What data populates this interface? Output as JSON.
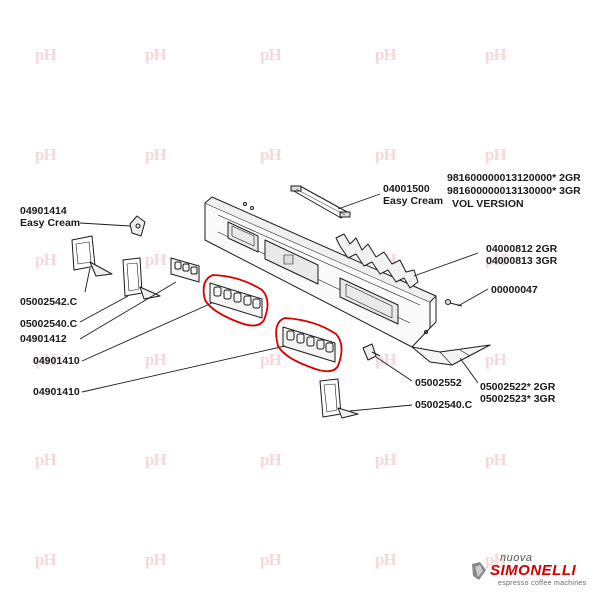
{
  "watermark": {
    "text": "pH"
  },
  "labels": {
    "p04901414_code": "04901414",
    "p04901414_name": "Easy Cream",
    "p04001500_code": "04001500",
    "p04001500_name": "Easy Cream",
    "vol_code_2gr": "981600000013120000* 2GR",
    "vol_code_3gr": "981600000013130000* 3GR",
    "vol_version": "VOL VERSION",
    "p04000812": "04000812 2GR",
    "p04000813": "04000813 3GR",
    "p00000047": "00000047",
    "p05002542c": "05002542.C",
    "p05002540c_left": "05002540.C",
    "p04901412": "04901412",
    "p04901410_a": "04901410",
    "p04901410_b": "04901410",
    "p05002552": "05002552",
    "p05002522": "05002522* 2GR",
    "p05002523": "05002523* 3GR",
    "p05002540c_right": "05002540.C"
  },
  "brand": {
    "prefix": "nuova",
    "name": "SIMONELLI",
    "tagline": "espresso coffee machines"
  },
  "colors": {
    "highlight": "#d80000",
    "brand_red": "#d40000",
    "watermark": "#f4d9d9",
    "line": "#1a1a1a"
  }
}
